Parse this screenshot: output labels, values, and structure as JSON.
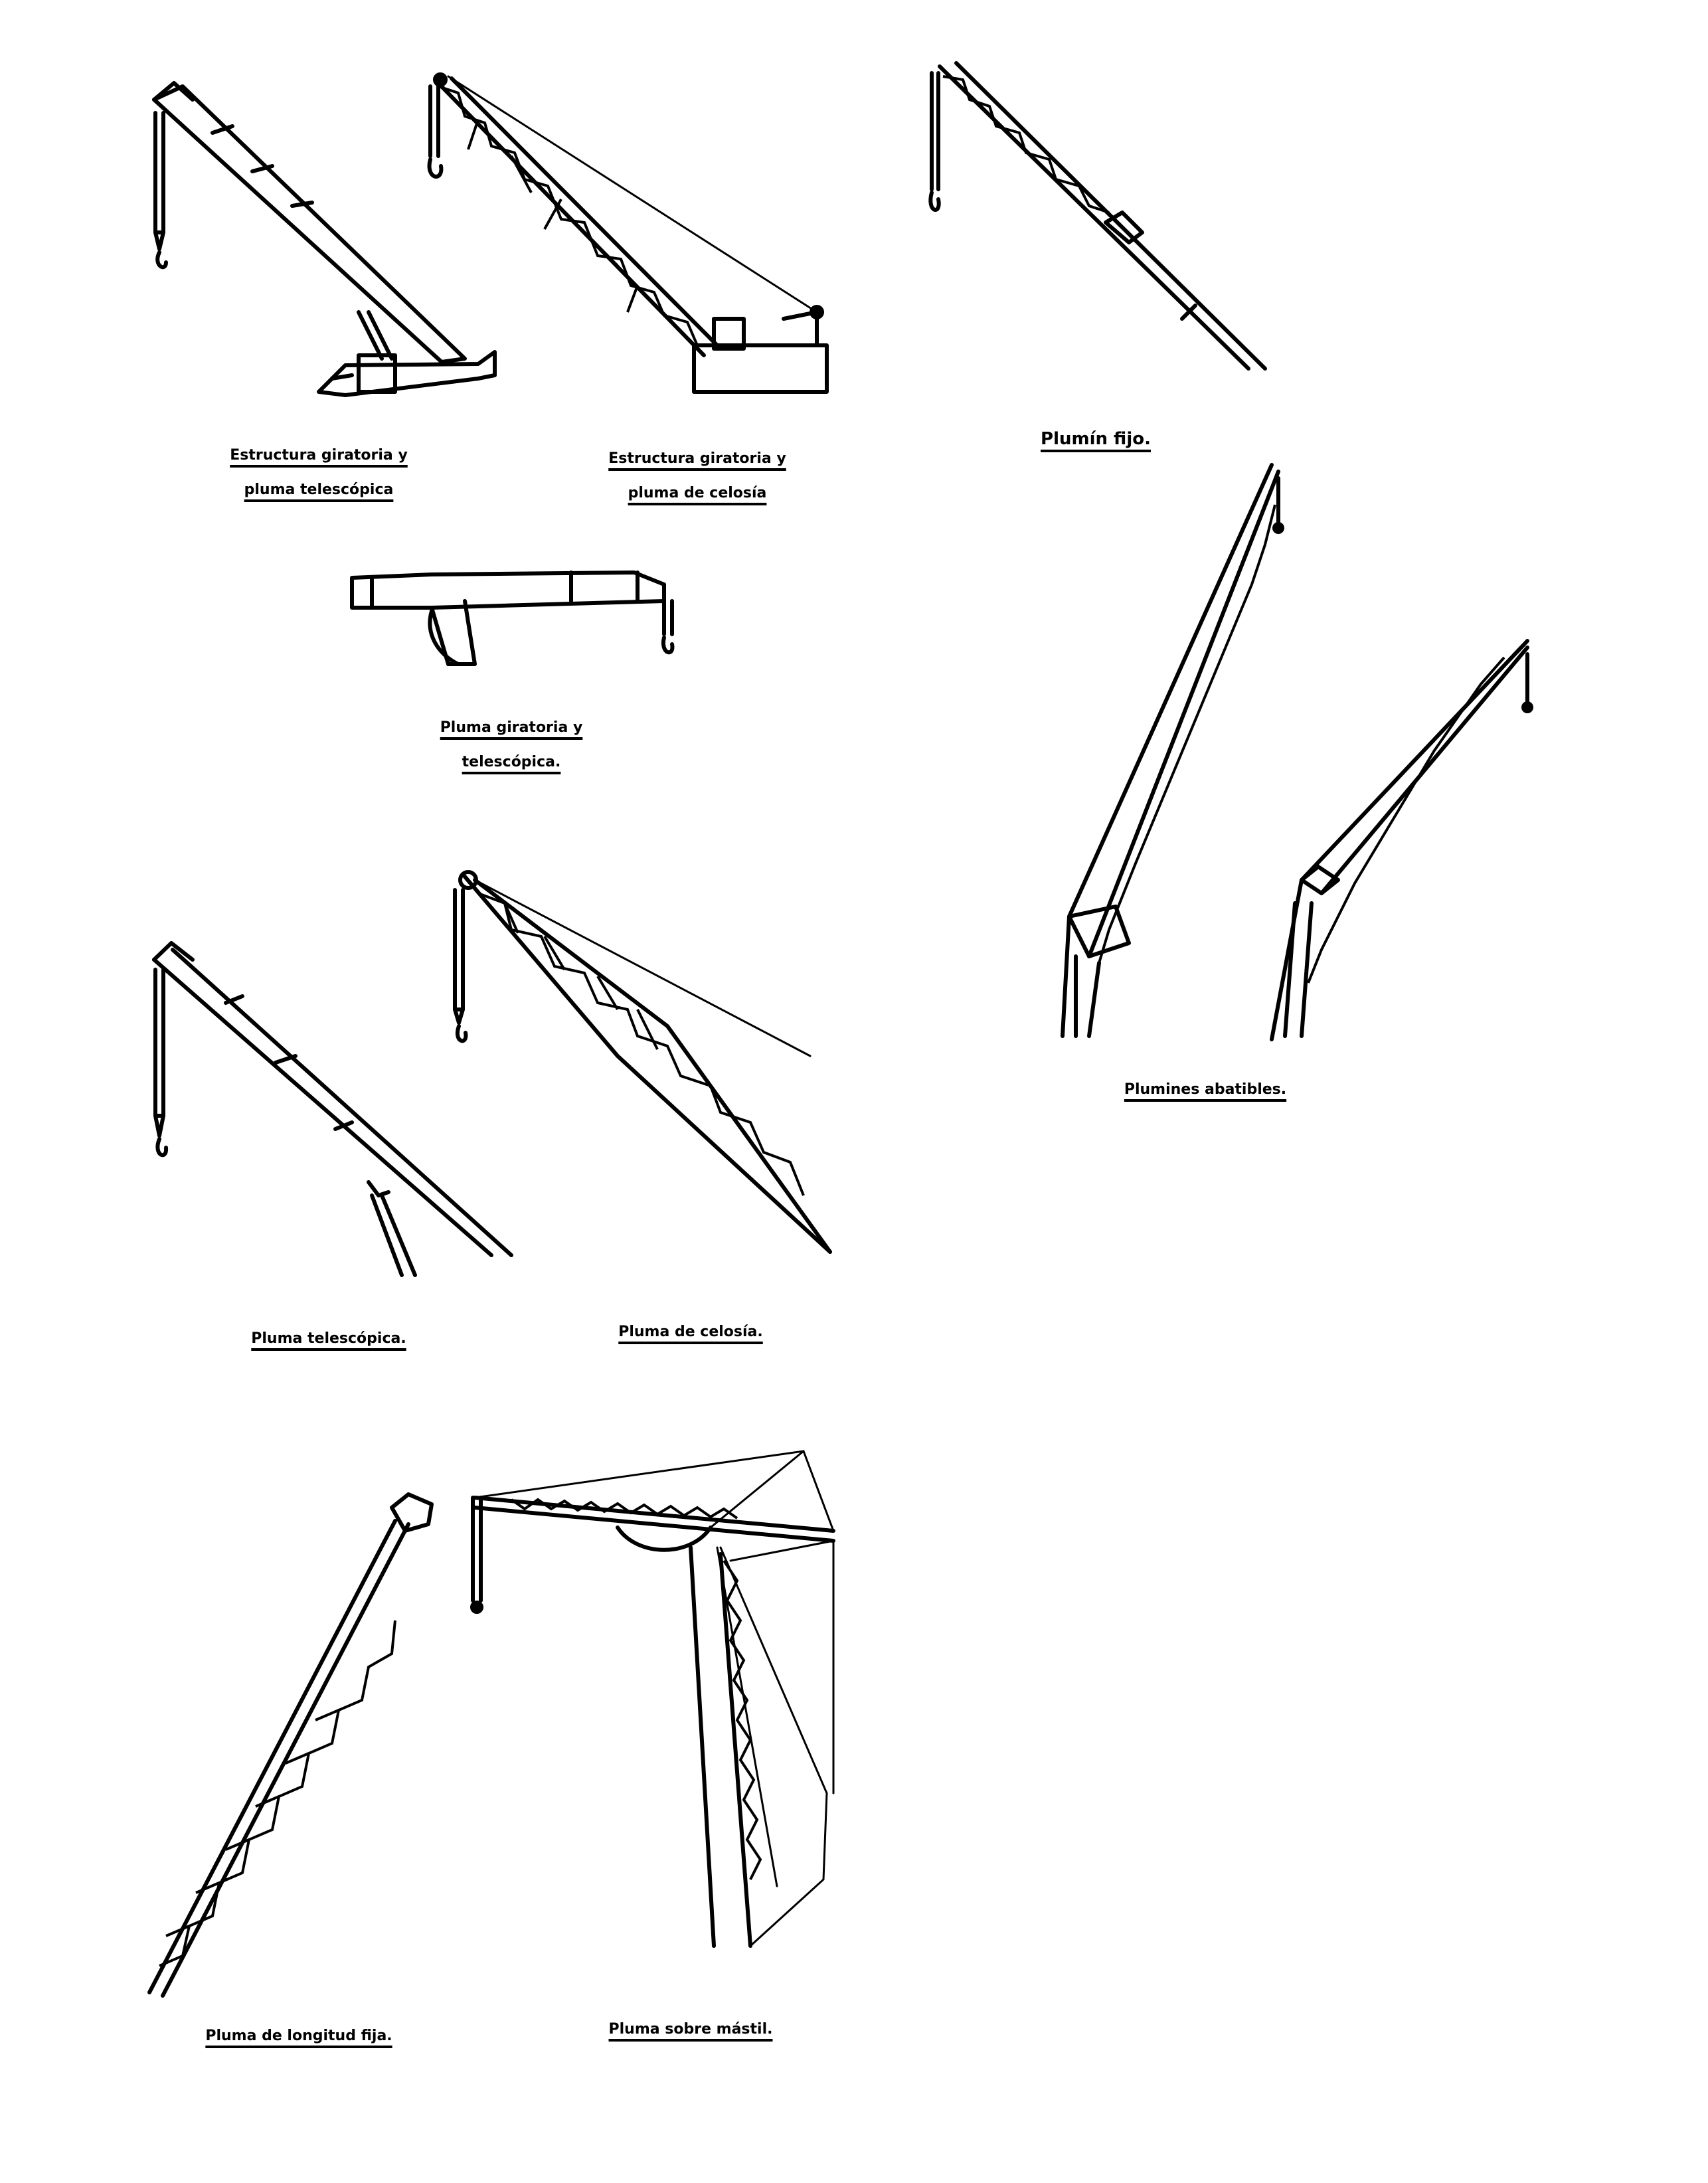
{
  "captions": {
    "slewing_telescopic": [
      "Estructura giratoria y",
      "pluma telescópica"
    ],
    "slewing_lattice": [
      "Estructura giratoria y",
      "pluma de celosía"
    ],
    "fixed_jib": [
      "Plumín fijo."
    ],
    "slewing_telescopic_boom": [
      "Pluma giratoria y",
      "telescópica."
    ],
    "luffing_jibs": [
      "Plumines abatibles."
    ],
    "telescopic_boom": [
      "Pluma telescópica."
    ],
    "lattice_boom": [
      "Pluma de celosía."
    ],
    "fixed_length_boom": [
      "Pluma de longitud fija."
    ],
    "mast_boom": [
      "Pluma sobre mástil."
    ]
  },
  "colors": {
    "ink": "#000000",
    "paper": "#ffffff"
  }
}
